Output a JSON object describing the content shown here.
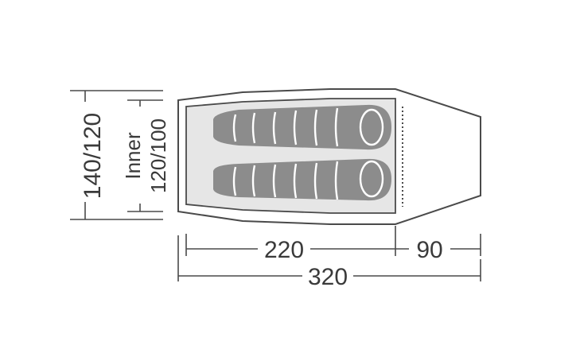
{
  "floorplan": {
    "outer_width_label": "140/120",
    "inner_word": "Inner",
    "inner_width_label": "120/100",
    "inner_length_label": "220",
    "porch_length_label": "90",
    "total_length_label": "320"
  },
  "colors": {
    "line": "#4a4a4a",
    "inner_fill": "#e6e6e6",
    "bag_fill": "#8c8c8c",
    "bag_stripe": "#ffffff",
    "text": "#3a3a3a"
  }
}
